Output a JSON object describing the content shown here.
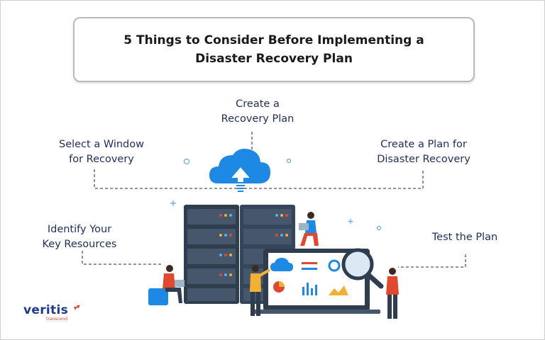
{
  "title": {
    "line1": "5 Things to Consider Before Implementing a",
    "line2": "Disaster Recovery Plan"
  },
  "items": [
    {
      "line1": "Create a",
      "line2": "Recovery Plan"
    },
    {
      "line1": "Select a Window",
      "line2": "for Recovery"
    },
    {
      "line1": "Create a Plan for",
      "line2": "Disaster Recovery"
    },
    {
      "line1": "Identify Your",
      "line2": "Key Resources"
    },
    {
      "line1": "Test the Plan"
    }
  ],
  "logo": {
    "name": "veritis",
    "tagline": "transcend"
  },
  "colors": {
    "text": "#1f2d5c",
    "accent": "#1e88e5",
    "server": "#2f3d4e",
    "logo": "#1f3a8a",
    "logo_accent": "#e0492f"
  },
  "icons": [
    "cloud-upload-icon",
    "server-rack-icon",
    "monitor-dashboard-icon",
    "magnifier-icon"
  ]
}
